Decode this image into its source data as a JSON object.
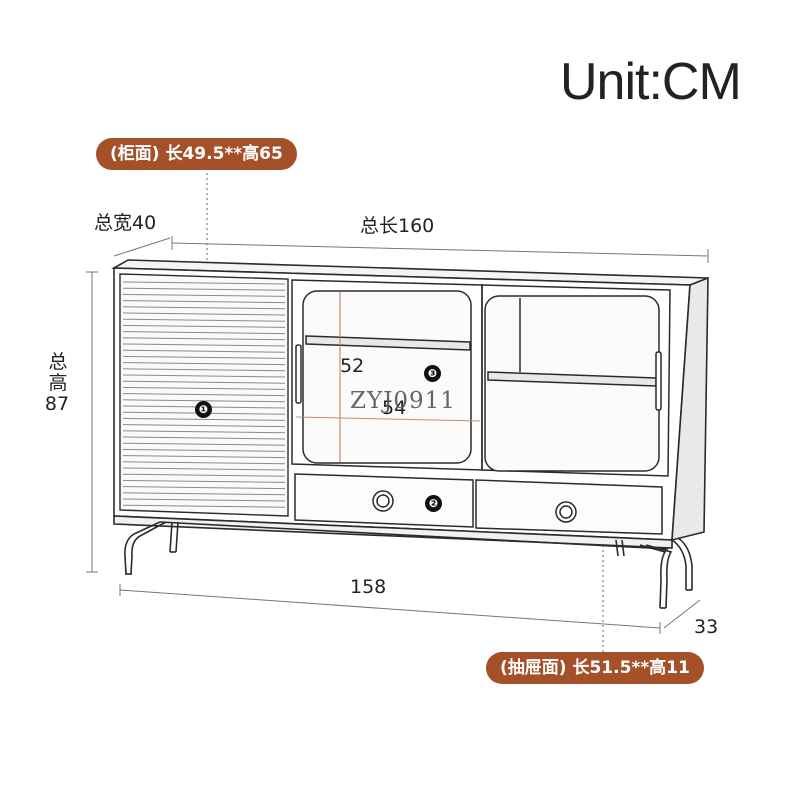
{
  "unit_label": "Unit:CM",
  "callouts": {
    "cabinet_face": "(柜面) 长49.5**高65",
    "drawer_face": "(抽屉面) 长51.5**高11"
  },
  "dimensions": {
    "total_width": "总宽40",
    "total_length": "总长160",
    "total_height": [
      "总",
      "高",
      "87"
    ],
    "bottom_length": "158",
    "depth": "33"
  },
  "interior_labels": {
    "shelf_height": "52",
    "shelf_width": "54"
  },
  "markers": [
    "❶",
    "❷",
    "❸"
  ],
  "watermark": "ZYJ0911",
  "colors": {
    "pill": "#a4512a",
    "line": "#2b2b2b",
    "dim_line": "#555555",
    "marker": "#111111"
  }
}
